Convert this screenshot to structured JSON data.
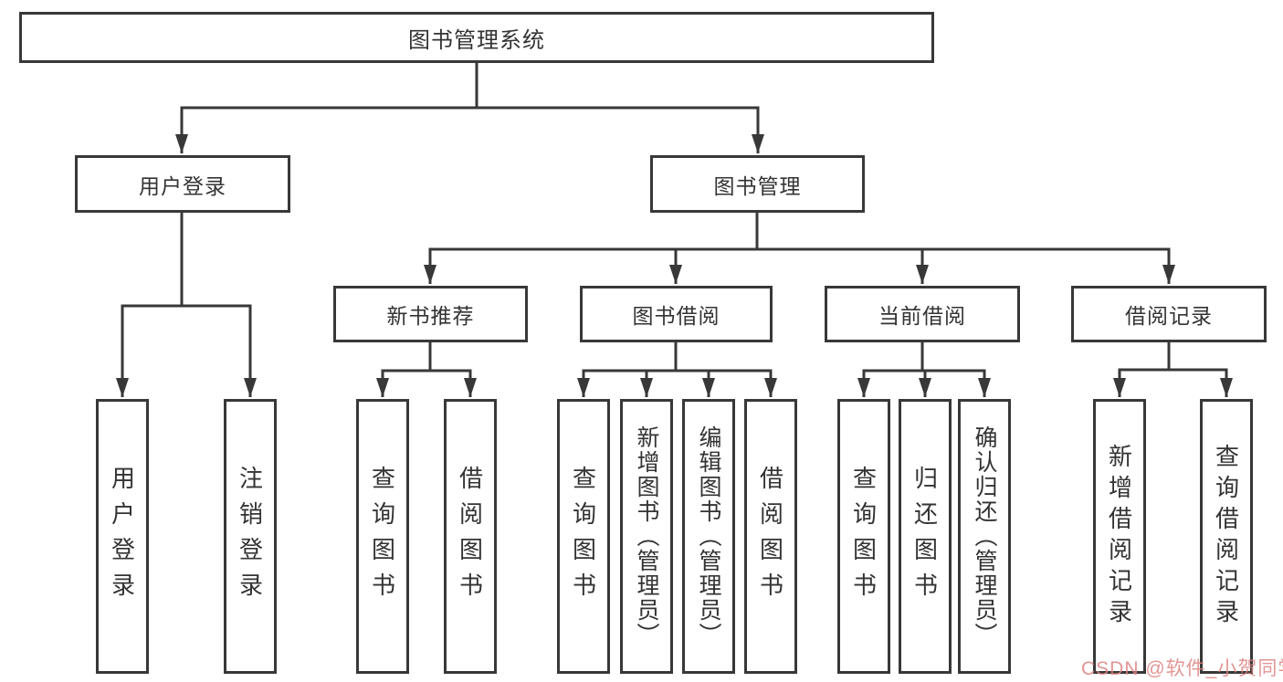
{
  "diagram": {
    "type": "hierarchy-tree",
    "colors": {
      "line": "#383838",
      "border": "#383838",
      "text": "#333333",
      "background": "#ffffff",
      "watermark": "#de8282"
    },
    "root": {
      "label": "图书管理系统"
    },
    "level2": [
      {
        "label": "用户登录"
      },
      {
        "label": "图书管理"
      }
    ],
    "level3": [
      {
        "label": "新书推荐"
      },
      {
        "label": "图书借阅"
      },
      {
        "label": "当前借阅"
      },
      {
        "label": "借阅记录"
      }
    ],
    "leaves": {
      "user_login": [
        {
          "label": "用户登录"
        },
        {
          "label": "注销登录"
        }
      ],
      "new_book": [
        {
          "label": "查询图书"
        },
        {
          "label": "借阅图书"
        }
      ],
      "book_borrow": [
        {
          "label": "查询图书"
        },
        {
          "label": "新增图书（管理员）"
        },
        {
          "label": "编辑图书（管理员）"
        },
        {
          "label": "借阅图书"
        }
      ],
      "current_borrow": [
        {
          "label": "查询图书"
        },
        {
          "label": "归还图书"
        },
        {
          "label": "确认归还（管理员）"
        }
      ],
      "borrow_record": [
        {
          "label": "新增借阅记录"
        },
        {
          "label": "查询借阅记录"
        }
      ]
    },
    "watermark": "CSDN @软件_小贺同学"
  }
}
